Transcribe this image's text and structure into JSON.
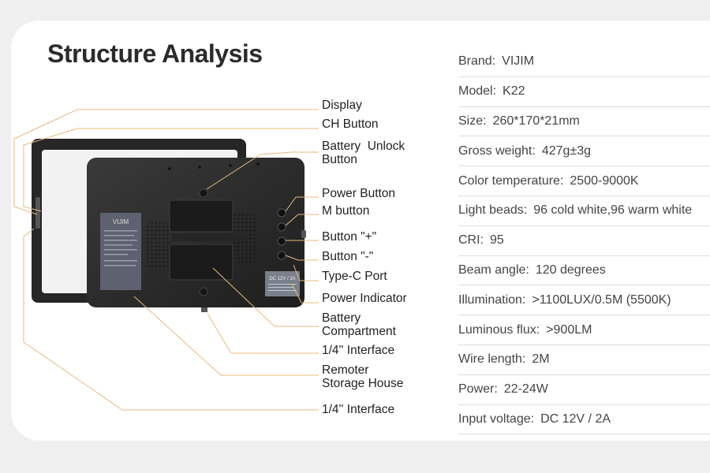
{
  "title": "Structure Analysis",
  "device": {
    "logo": "VIJIM",
    "sticker_text": "DC 12V / 2A"
  },
  "callouts": [
    {
      "id": "display",
      "lines": [
        "Display"
      ]
    },
    {
      "id": "ch-button",
      "lines": [
        "CH Button"
      ]
    },
    {
      "id": "battery-unlock-button",
      "lines": [
        "Battery  Unlock",
        "Button"
      ]
    },
    {
      "id": "power-button",
      "lines": [
        "Power Button"
      ]
    },
    {
      "id": "m-button",
      "lines": [
        "M button"
      ]
    },
    {
      "id": "button-plus",
      "lines": [
        "Button \"+\""
      ]
    },
    {
      "id": "button-minus",
      "lines": [
        "Button \"-\""
      ]
    },
    {
      "id": "type-c-port",
      "lines": [
        "Type-C Port"
      ]
    },
    {
      "id": "power-indicator",
      "lines": [
        "Power Indicator"
      ]
    },
    {
      "id": "battery-compartment",
      "lines": [
        "Battery",
        "Compartment"
      ]
    },
    {
      "id": "quarter-interface-1",
      "lines": [
        "1/4'' Interface"
      ]
    },
    {
      "id": "remoter-storage-house",
      "lines": [
        "Remoter",
        "Storage House"
      ]
    },
    {
      "id": "quarter-interface-2",
      "lines": [
        "1/4'' Interface"
      ]
    }
  ],
  "specs": [
    {
      "key": "Brand:",
      "value": "VIJIM"
    },
    {
      "key": "Model:",
      "value": "K22"
    },
    {
      "key": "Size:",
      "value": "260*170*21mm"
    },
    {
      "key": "Gross weight:",
      "value": "427g±3g"
    },
    {
      "key": "Color temperature:",
      "value": "2500-9000K"
    },
    {
      "key": "Light beads:",
      "value": "96 cold white,96 warm white"
    },
    {
      "key": "CRI:",
      "value": "95"
    },
    {
      "key": "Beam angle:",
      "value": "120 degrees"
    },
    {
      "key": "Illumination:",
      "value": ">1100LUX/0.5M (5500K)"
    },
    {
      "key": "Luminous flux:",
      "value": ">900LM"
    },
    {
      "key": "Wire length:",
      "value": "2M"
    },
    {
      "key": "Power:",
      "value": "22-24W"
    },
    {
      "key": "Input voltage:",
      "value": "DC 12V / 2A"
    }
  ],
  "colors": {
    "leader_line": "#e8b978",
    "device_body": "#2c2c2c",
    "background": "#efefef"
  }
}
